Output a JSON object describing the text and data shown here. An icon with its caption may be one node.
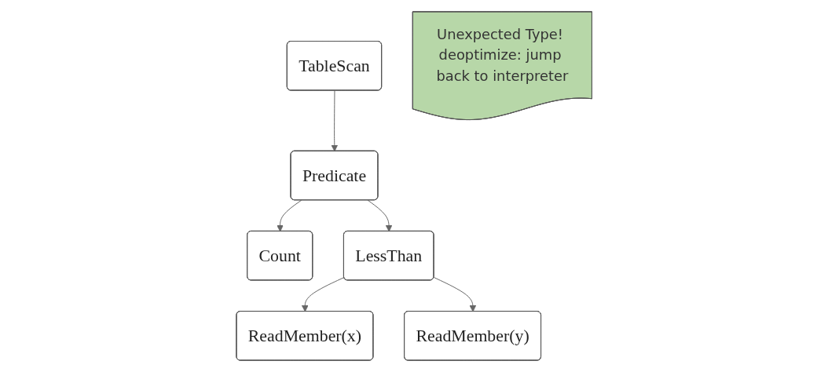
{
  "diagram": {
    "nodes": [
      {
        "text": [
          "TableScan"
        ]
      },
      {
        "text": [
          "Predicate"
        ]
      },
      {
        "text": [
          "Count"
        ]
      },
      {
        "text": [
          "LessThan"
        ]
      },
      {
        "text": [
          "ReadMember(x)"
        ]
      },
      {
        "text": [
          "ReadMember(y)"
        ]
      },
      {
        "text": [
          "Unexpected Type! deoptimize: jump back to interpreter"
        ]
      }
    ],
    "edges": [
      {
        "from": 0,
        "to": 1,
        "arrow": "to"
      },
      {
        "from": 1,
        "to": 2,
        "arrow": "to"
      },
      {
        "from": 1,
        "to": 3,
        "arrow": "to"
      },
      {
        "from": 3,
        "to": 4,
        "arrow": "to"
      },
      {
        "from": 3,
        "to": 5,
        "arrow": "to"
      }
    ]
  }
}
